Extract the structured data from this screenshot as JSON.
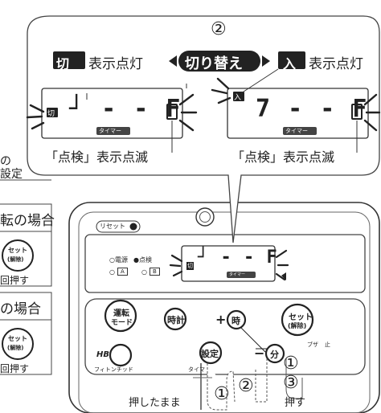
{
  "callout": {
    "step_number": "②",
    "off_tag": "切",
    "off_label": "表示点灯",
    "switch_label": "切り替え",
    "on_tag": "入",
    "on_label": "表示点灯",
    "off_display": {
      "icon": "切",
      "digits": "┘ - - F",
      "timer": "タイマー"
    },
    "on_display": {
      "icon": "入",
      "digits": "7 - - F",
      "timer": "タイマー"
    },
    "check_label_left": "「点検」表示点滅",
    "check_label_right": "「点検」表示点滅"
  },
  "left_fragment": {
    "line1": "の",
    "line2": "設定",
    "row1_header": "転の場合",
    "row1_button_line1": "セット",
    "row1_button_line2": "(解除)",
    "row1_caption": "回押す",
    "row2_header": "の場合",
    "row2_button_line1": "セット",
    "row2_button_line2": "(解除)",
    "row2_caption": "回押す"
  },
  "remote": {
    "reset_label": "リセット",
    "led_power": "○電源",
    "led_check": "●点検",
    "led_a": "○",
    "led_a_tag": "A",
    "led_b": "○",
    "led_b_tag": "B",
    "display_icon": "切",
    "display_digits": "┘ - - F",
    "display_timer": "タイマー",
    "btn_mode_line1": "運転",
    "btn_mode_line2": "モード",
    "btn_clock": "時計",
    "plus": "+",
    "btn_hour": "時",
    "minus": "−",
    "btn_min": "分",
    "btn_set_line1": "セット",
    "btn_set_line2": "(解除)",
    "btn_settei": "設定",
    "phyton_label": "フィトンチッド",
    "hb_label": "HB",
    "timer_small": "タイマ",
    "buzzer_small": "ブザ",
    "stop_small": "止"
  },
  "steps": {
    "step1_left": "①",
    "step2": "②",
    "step3": "③",
    "step1_right": "①",
    "hold_label": "押したまま",
    "push_label": "押す"
  }
}
